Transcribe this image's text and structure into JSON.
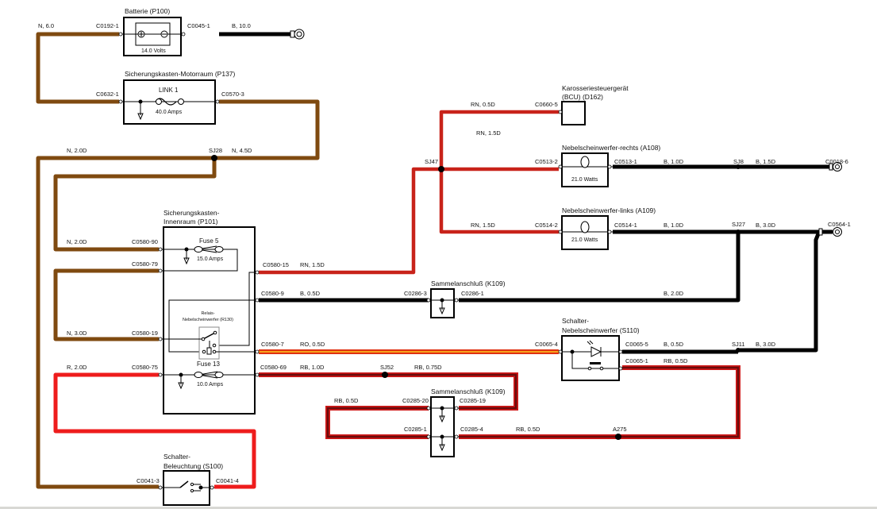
{
  "colors": {
    "brown": "#7f4a10",
    "black": "#000000",
    "red": "#ee1c1c",
    "rn": "#c8231a",
    "ro_outer": "#e03010",
    "ro_inner": "#f6a21c",
    "rb_outer": "#d01818",
    "rb_inner": "#6a0c0c"
  },
  "components": {
    "battery": {
      "title": "Batterie (P100)",
      "rating": "14.0 Volts",
      "plus": "⊕",
      "minus": "⊖"
    },
    "engine_fusebox": {
      "title": "Sicherungskasten-Motorraum (P137)",
      "fuse_name": "LINK 1",
      "rating": "40.0 Amps"
    },
    "interior_fusebox": {
      "title_line1": "Sicherungskasten-",
      "title_line2": "Innenraum (P101)",
      "fuse5_name": "Fuse 5",
      "fuse5_rating": "15.0 Amps",
      "fuse13_name": "Fuse 13",
      "fuse13_rating": "10.0 Amps",
      "relay_line1": "Relais-",
      "relay_line2": "Nebelscheinwerfer (R130)"
    },
    "bcu": {
      "title_line1": "Karosseriesteuergerät",
      "title_line2": "(BCU) (D162)"
    },
    "fog_right": {
      "title": "Nebelscheinwerfer-rechts (A108)",
      "rating": "21.0 Watts"
    },
    "fog_left": {
      "title": "Nebelscheinwerfer-links (A109)",
      "rating": "21.0 Watts"
    },
    "splice_k109_a": {
      "title": "Sammelanschluß (K109)"
    },
    "splice_k109_b": {
      "title": "Sammelanschluß (K109)"
    },
    "fog_switch": {
      "title_line1": "Schalter-",
      "title_line2": "Nebelscheinwerfer (S110)"
    },
    "light_switch": {
      "title_line1": "Schalter-",
      "title_line2": "Beleuchtung (S100)"
    }
  },
  "connectors": {
    "c0192_1": "C0192-1",
    "c0045_1": "C0045-1",
    "c0632_1": "C0632-1",
    "c0570_3": "C0570-3",
    "c0580_90": "C0580-90",
    "c0580_79": "C0580-79",
    "c0580_19": "C0580-19",
    "c0580_75": "C0580-75",
    "c0580_15": "C0580-15",
    "c0580_9": "C0580-9",
    "c0580_7": "C0580-7",
    "c0580_69": "C0580-69",
    "c0660_5": "C0660-5",
    "c0513_2": "C0513-2",
    "c0513_1": "C0513-1",
    "c0514_2": "C0514-2",
    "c0514_1": "C0514-1",
    "c0018_6": "C0018-6",
    "c0564_1": "C0564-1",
    "c0286_3": "C0286-3",
    "c0286_1": "C0286-1",
    "c0065_4": "C0065-4",
    "c0065_5": "C0065-5",
    "c0065_1": "C0065-1",
    "c0285_20": "C0285-20",
    "c0285_19": "C0285-19",
    "c0285_1": "C0285-1",
    "c0285_4": "C0285-4",
    "c0041_3": "C0041-3",
    "c0041_4": "C0041-4"
  },
  "splices": {
    "sj28": "SJ28",
    "sj47": "SJ47",
    "sj8": "SJ8",
    "sj27": "SJ27",
    "sj11": "SJ11",
    "sj52": "SJ52",
    "a275": "A275"
  },
  "wires": {
    "n60": "N, 6.0",
    "b100": "B, 10.0",
    "n20d_top": "N, 2.0D",
    "n45d": "N, 4.5D",
    "n20d_fuse5": "N, 2.0D",
    "n30d": "N, 3.0D",
    "r20d": "R, 2.0D",
    "rn15d_out": "RN, 1.5D",
    "b05d_k109": "B, 0.5D",
    "ro05d": "RO, 0.5D",
    "rb10d": "RB, 1.0D",
    "rb075d": "RB, 0.75D",
    "rn05d": "RN, 0.5D",
    "rn15d_mid": "RN, 1.5D",
    "rn15d_left": "RN, 1.5D",
    "b10d_right": "B, 1.0D",
    "b15d": "B, 1.5D",
    "b10d_left": "B, 1.0D",
    "b30d_left": "B, 3.0D",
    "b20d": "B, 2.0D",
    "b05d_sw": "B, 0.5D",
    "b30d_sw": "B, 3.0D",
    "rb05d_sw": "RB, 0.5D",
    "rb05d_k109": "RB, 0.5D",
    "rb05d_a275": "RB, 0.5D"
  }
}
